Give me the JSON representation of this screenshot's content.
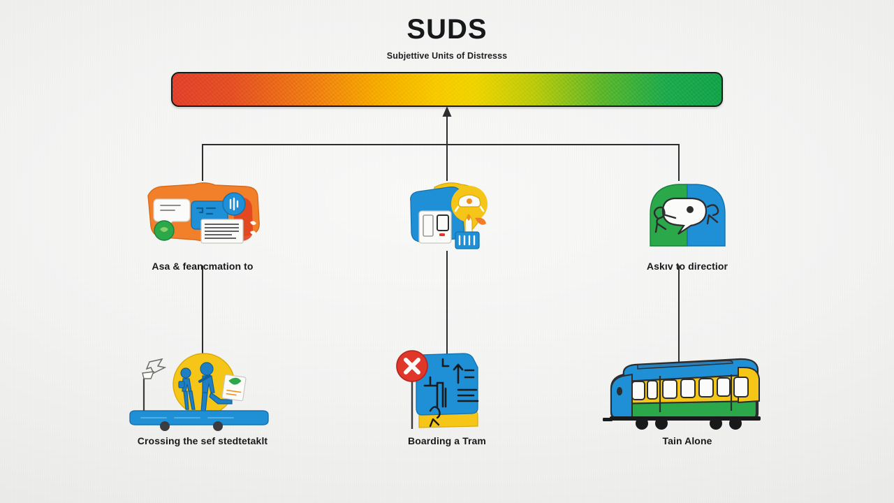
{
  "header": {
    "title": "SUDS",
    "subtitle": "Subjettive Units of Distresss"
  },
  "scale_bar": {
    "name": "suds-gradient-bar",
    "low_color": "#e0402a",
    "mid_color": "#f7c800",
    "high_color": "#14a149",
    "stops": [
      "#e0402a",
      "#ef7d12",
      "#f7c800",
      "#5cb52a",
      "#14a149"
    ]
  },
  "nodes": {
    "top": [
      {
        "id": "top-left",
        "label": "Asa & feancmation to",
        "icon": "speech-bubble-document-icon"
      },
      {
        "id": "top-mid",
        "label": "",
        "icon": "ticket-machine-icon"
      },
      {
        "id": "top-right",
        "label": "Askıv to directior",
        "icon": "asking-directions-icon"
      }
    ],
    "bottom": [
      {
        "id": "bot-left",
        "label": "Crossing the sef stedtetaklt",
        "icon": "pedestrian-crossing-icon"
      },
      {
        "id": "bot-mid",
        "label": "Boarding a Tram",
        "icon": "no-entry-sign-icon"
      },
      {
        "id": "bot-right",
        "label": "Tain Alone",
        "icon": "tram-icon"
      }
    ]
  },
  "colors": {
    "background": "#f4f4f3",
    "ink": "#17191b",
    "line": "#2b2d2f",
    "orange": "#f07d28",
    "blue": "#1f8fd6",
    "yellow": "#f5c518",
    "green": "#2aa84a",
    "red": "#e0372a",
    "paper_white": "#fbfbf9"
  }
}
